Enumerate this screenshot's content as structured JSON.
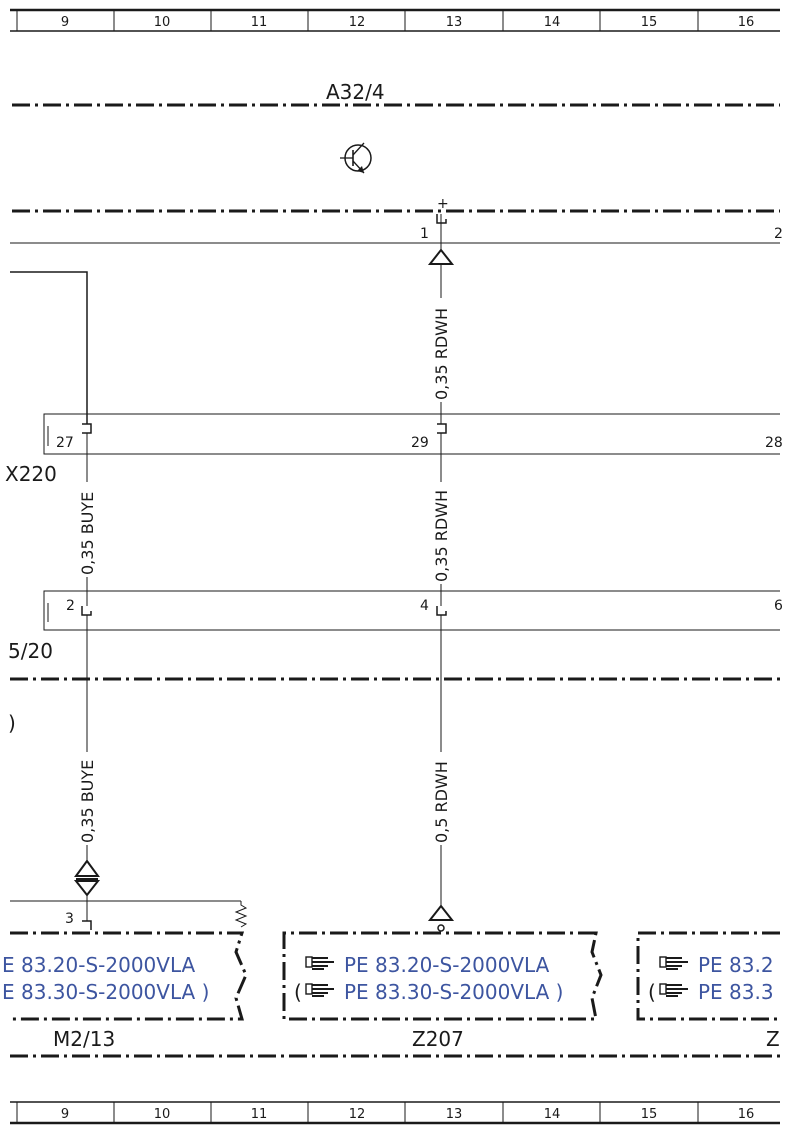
{
  "grid": {
    "columns": [
      "9",
      "10",
      "11",
      "12",
      "13",
      "14",
      "15",
      "16"
    ]
  },
  "components": {
    "a32_4": {
      "label": "A32/4",
      "pin1": "1",
      "pin_plus": "+",
      "pin2_partial": "2"
    },
    "x220": {
      "label_partial": "X220",
      "pin27": "27",
      "pin29": "29",
      "pin28_partial": "28"
    },
    "x5_20": {
      "label_partial": "5/20",
      "pin2": "2",
      "pin4": "4",
      "pin6_partial": "6"
    },
    "left_partial_text": ")",
    "m2_13": {
      "label": "M2/13",
      "pin3": "3"
    },
    "z207": {
      "label": "Z207"
    },
    "z_partial": {
      "label": "Z"
    }
  },
  "wires": {
    "w_rdwh_top": "0,35 RDWH",
    "w_rdwh_mid": "0,35 RDWH",
    "w_buye_mid": "0,35 BUYE",
    "w_buye_low": "0,35 BUYE",
    "w_rdwh_low": "0,5 RDWH"
  },
  "references": {
    "m2_13": {
      "line1": "E 83.20-S-2000VLA",
      "line2": "E 83.30-S-2000VLA )"
    },
    "z207": {
      "line1": "PE 83.20-S-2000VLA",
      "line2_open": "(",
      "line2": "PE 83.30-S-2000VLA )"
    },
    "z_partial": {
      "line1": "PE 83.2",
      "line2_open": "(",
      "line2": "PE 83.3"
    }
  },
  "colors": {
    "reference_link": "#3d55a0",
    "line": "#1a1a1a"
  },
  "icons": {
    "reference": "pointing-hand-icon",
    "transistor": "transistor-symbol-icon"
  }
}
